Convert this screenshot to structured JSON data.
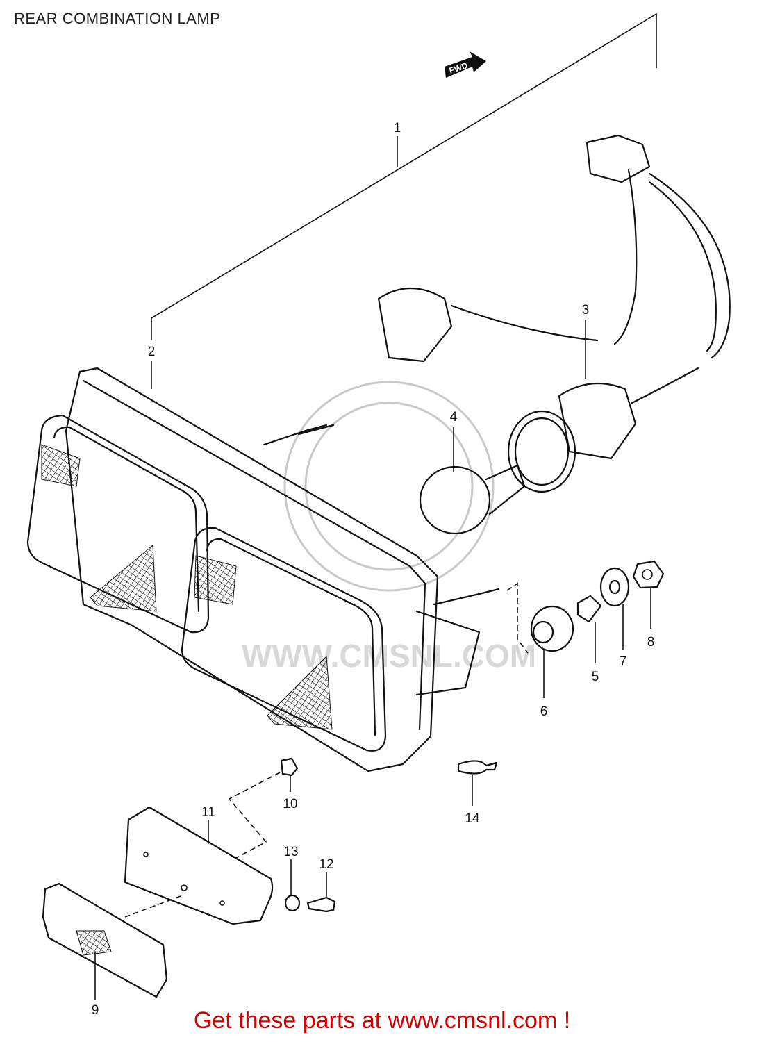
{
  "header": {
    "title": "REAR COMBINATION LAMP"
  },
  "direction_tag": {
    "label": "FWD"
  },
  "callouts": [
    "1",
    "2",
    "3",
    "4",
    "5",
    "6",
    "7",
    "8",
    "9",
    "10",
    "11",
    "12",
    "13",
    "14"
  ],
  "watermark": {
    "text": "WWW.CMSNL.COM"
  },
  "footer": {
    "text": "Get these parts at www.cmsnl.com !",
    "color": "#d40000"
  },
  "colors": {
    "line": "#111111",
    "watermark": "#c9c9c9"
  }
}
